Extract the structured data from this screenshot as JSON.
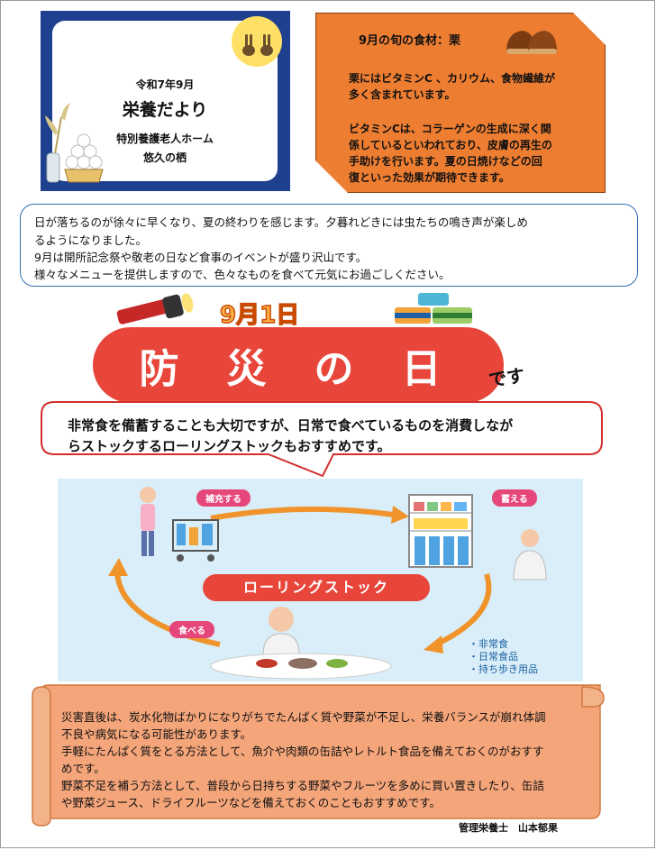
{
  "header": {
    "date": "令和7年9月",
    "title": "栄養だより",
    "org": "特別養護老人ホーム",
    "home": "悠久の栖"
  },
  "seasonal_food": {
    "title": "9月の旬の食材：栗",
    "paragraph1": [
      "栗にはビタミンC 、カリウム、食物繊維が",
      "多く含まれています。"
    ],
    "paragraph2": [
      "ビタミンCは、コラーゲンの生成に深く関",
      "係しているといわれており、皮膚の再生の",
      "手助けを行います。夏の日焼けなどの回",
      "復といった効果が期待できます。"
    ]
  },
  "intro": {
    "lines": [
      "日が落ちるのが徐々に早くなり、夏の終わりを感じます。夕暮れどきには虫たちの鳴き声が楽しめ",
      "るようになりました。",
      "9月は開所記念祭や敬老の日など食事のイベントが盛り沢山です。",
      "様々なメニューを提供しますので、色々なものを食べて元気にお過ごしください。"
    ]
  },
  "disaster_day": {
    "date": "9月1日",
    "chars": [
      "防",
      "災",
      "の",
      "日"
    ],
    "suffix": "です"
  },
  "bubble": {
    "lines": [
      "非常食を備蓄することも大切ですが、日常で食べているものを消費しなが",
      "らストックするローリングストックもおすすめです。"
    ]
  },
  "rolling_stock": {
    "title": "ローリングストック",
    "label_replenish": "補充する",
    "label_store": "蓄える",
    "label_eat": "食べる",
    "items": [
      "・非常食",
      "・日常食品",
      "・持ち歩き用品"
    ],
    "colors": {
      "arrow": "#f0932b",
      "label": "#e6477a",
      "title": "#e8463b"
    }
  },
  "note": {
    "lines": [
      "災害直後は、炭水化物ばかりになりがちでたんぱく質や野菜が不足し、栄養バランスが崩れ体調",
      "不良や病気になる可能性があります。",
      "手軽にたんぱく質をとる方法として、魚介や肉類の缶詰やレトルト食品を備えておくのがおすす",
      "めです。",
      "野菜不足を補う方法として、普段から日持ちする野菜やフルーツを多めに買い置きしたり、缶詰",
      "や野菜ジュース、ドライフルーツなどを備えておくのこともおすすめです。"
    ]
  },
  "footer": {
    "signature": "管理栄養士　山本郁果"
  },
  "colors": {
    "food_box": "#ed7d31",
    "header_frame": "#1f3f8f",
    "intro_border": "#2e6fb5",
    "banner_red": "#e8463b",
    "note_bg": "#f4a57a"
  },
  "icons": [
    "moon-rabbit-icon",
    "tsukimi-dango-icon",
    "chestnut-icon",
    "flashlight-icon",
    "canned-food-icon",
    "shopping-cart-person-icon",
    "storage-shelf-icon",
    "eating-person-icon"
  ]
}
